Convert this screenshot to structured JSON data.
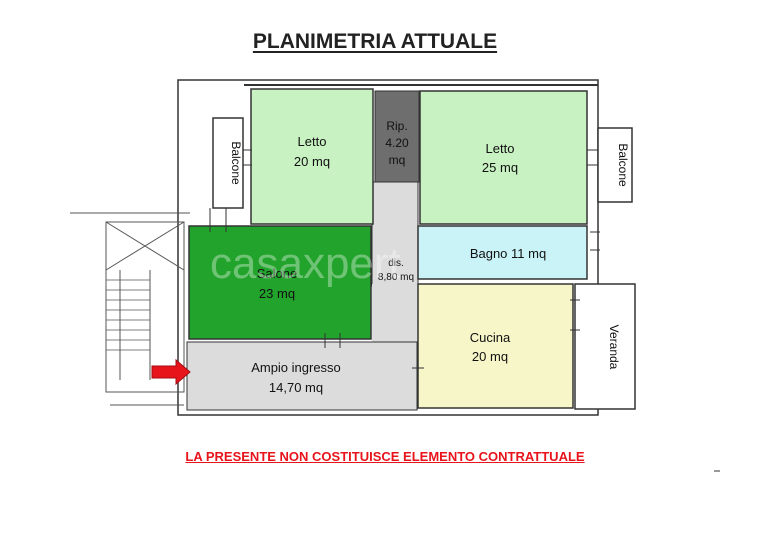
{
  "title": "PLANIMETRIA ATTUALE",
  "disclaimer": "LA PRESENTE NON COSTITUISCE ELEMENTO CONTRATTUALE",
  "watermark": "casaxpert",
  "colors": {
    "bedroom": "#c8f2c2",
    "salone": "#22a32c",
    "ripostiglio": "#6e6e6e",
    "bagno": "#c9f3f7",
    "cucina": "#f6f6c8",
    "ingresso": "#d9d9d9",
    "disclaimer": "#e8141c",
    "entrance_arrow": "#e8141c"
  },
  "rooms": {
    "letto1": {
      "name": "Letto",
      "area": "20 mq"
    },
    "rip": {
      "name": "Rip.",
      "area": "4.20",
      "unit": "mq"
    },
    "letto2": {
      "name": "Letto",
      "area": "25 mq"
    },
    "balcone_left": "Balcone",
    "balcone_right": "Balcone",
    "salone": {
      "name": "Salone",
      "area": "23 mq"
    },
    "disimpegno": {
      "name": "dis.",
      "area": "8,80 mq"
    },
    "bagno": "Bagno 11 mq",
    "cucina": {
      "name": "Cucina",
      "area": "20 mq"
    },
    "veranda": "Veranda",
    "ingresso": {
      "name": "Ampio ingresso",
      "area": "14,70 mq"
    }
  }
}
